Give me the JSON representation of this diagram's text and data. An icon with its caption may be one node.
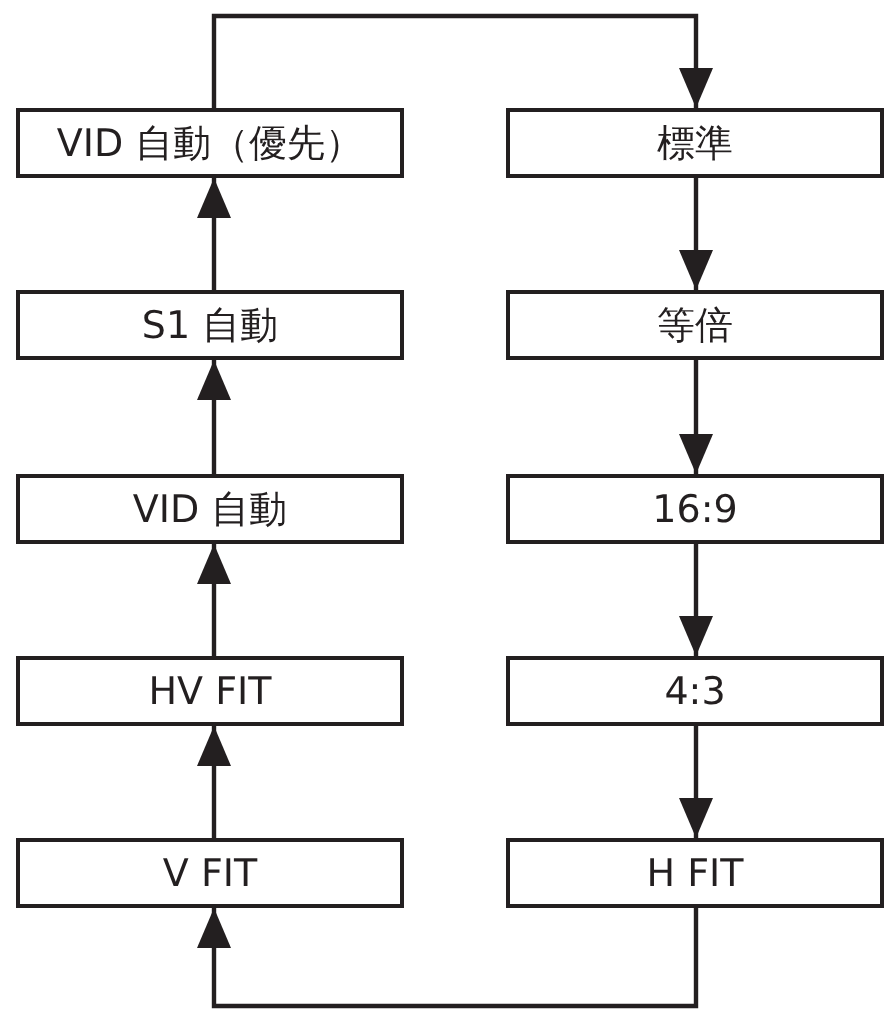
{
  "diagram": {
    "nodes": [
      {
        "text": [
          "VID 自動（優先）"
        ]
      },
      {
        "text": [
          "S1 自動"
        ]
      },
      {
        "text": [
          "VID 自動"
        ]
      },
      {
        "text": [
          "HV FIT"
        ]
      },
      {
        "text": [
          "V FIT"
        ]
      },
      {
        "text": [
          "標準"
        ]
      },
      {
        "text": [
          "等倍"
        ]
      },
      {
        "text": [
          "16:9"
        ]
      },
      {
        "text": [
          "4:3"
        ]
      },
      {
        "text": [
          "H FIT"
        ]
      }
    ],
    "edges": [
      {
        "from": 4,
        "to": 3,
        "arrow": "to"
      },
      {
        "from": 3,
        "to": 2,
        "arrow": "to"
      },
      {
        "from": 2,
        "to": 1,
        "arrow": "to"
      },
      {
        "from": 1,
        "to": 0,
        "arrow": "to"
      },
      {
        "from": 0,
        "to": 5,
        "arrow": "to"
      },
      {
        "from": 5,
        "to": 6,
        "arrow": "to"
      },
      {
        "from": 6,
        "to": 7,
        "arrow": "to"
      },
      {
        "from": 7,
        "to": 8,
        "arrow": "to"
      },
      {
        "from": 8,
        "to": 9,
        "arrow": "to"
      },
      {
        "from": 9,
        "to": 4,
        "arrow": "to"
      }
    ]
  }
}
